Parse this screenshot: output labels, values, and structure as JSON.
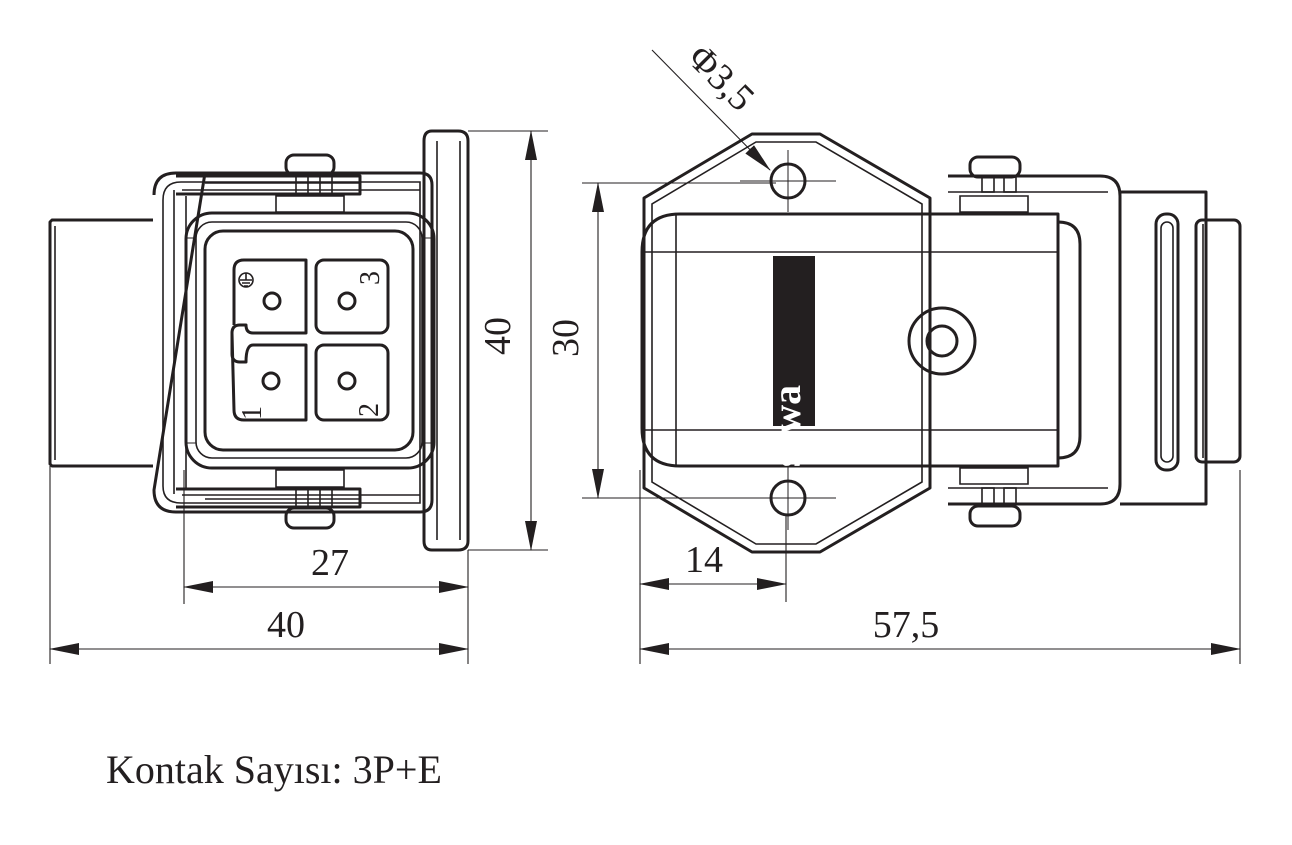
{
  "drawing": {
    "brand_mark": "sewa",
    "pin_labels": [
      "1",
      "2",
      "3"
    ],
    "ground_symbol": "earth-ground-icon",
    "dimensions": {
      "front_height": "40",
      "mounting_pitch": "30",
      "inner_width": "27",
      "total_width": "40",
      "hole_offset": "14",
      "side_length": "57,5",
      "hole_diameter": "Φ3,5"
    }
  },
  "caption": {
    "text": "Kontak Sayısı: 3P+E"
  }
}
